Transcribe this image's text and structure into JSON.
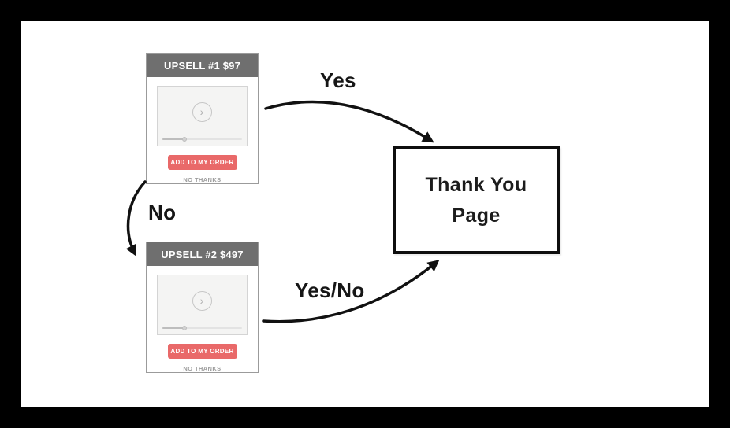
{
  "nodes": {
    "upsell_cards": [
      {
        "title": "UPSELL #1 $97",
        "cta_label": "ADD TO MY ORDER",
        "decline_label": "NO THANKS"
      },
      {
        "title": "UPSELL #2 $497",
        "cta_label": "ADD TO MY ORDER",
        "decline_label": "NO THANKS"
      }
    ],
    "thank_you_page": {
      "line1": "Thank You",
      "line2": "Page"
    }
  },
  "edges": [
    {
      "from": "upsell-1",
      "to": "thank-you-page",
      "label": "Yes"
    },
    {
      "from": "upsell-1",
      "to": "upsell-2",
      "label": "No"
    },
    {
      "from": "upsell-2",
      "to": "thank-you-page",
      "label": "Yes/No"
    }
  ],
  "icons": {
    "play_icon": "›"
  },
  "colors": {
    "frame": "#000000",
    "canvas": "#ffffff",
    "card_header_gray": "#6f6f6f",
    "card_border_gray": "#9b9b9b",
    "cta_red": "#e96969",
    "cta_text": "#ffffff",
    "decline_gray": "#9d9d9d",
    "arrow_black": "#111111",
    "video_bg": "#f4f4f3",
    "video_border": "#d4d4d4"
  }
}
